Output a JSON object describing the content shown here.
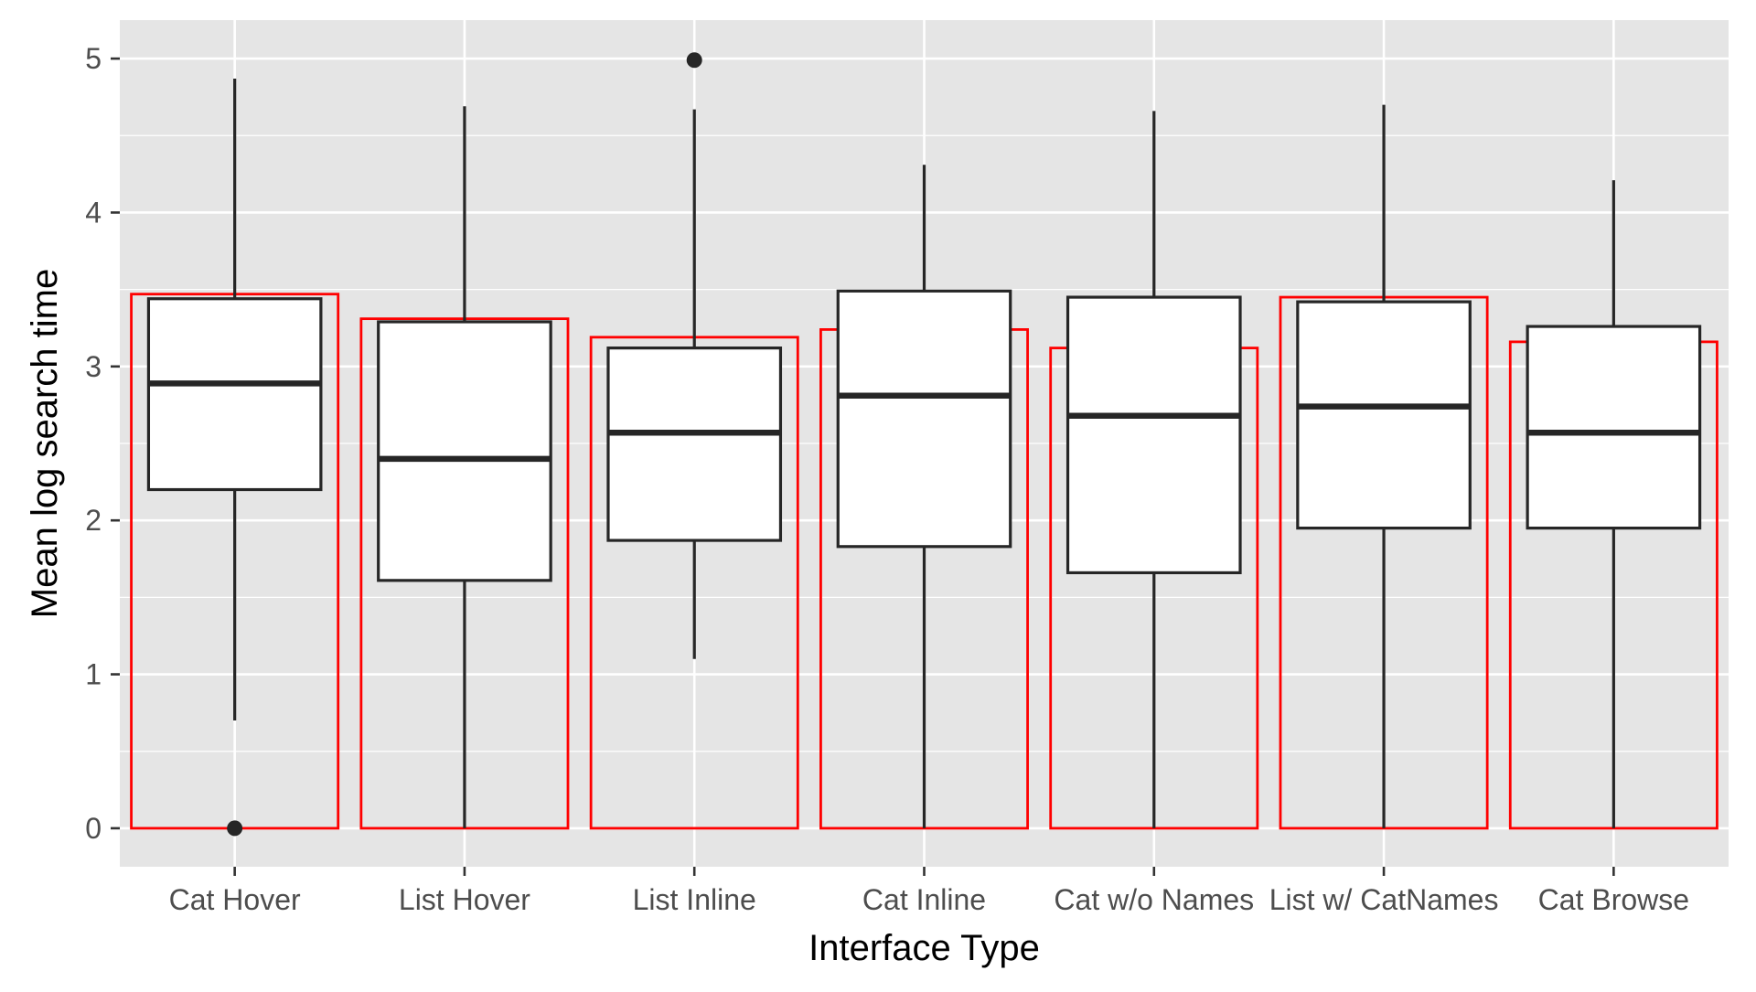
{
  "chart_data": {
    "type": "boxplot",
    "xlabel": "Interface Type",
    "ylabel": "Mean log search time",
    "ylim": [
      -0.25,
      5.25
    ],
    "yticks": [
      0,
      1,
      2,
      3,
      4,
      5
    ],
    "grid": true,
    "legend": "none",
    "colors": {
      "panel": "#e5e5e5",
      "grid": "#ffffff",
      "box_fill": "#ffffff",
      "box_line": "#262626",
      "mean_bar": "#ff0000",
      "outlier": "#262626"
    },
    "categories": [
      "Cat Hover",
      "List Hover",
      "List Inline",
      "Cat Inline",
      "Cat w/o Names",
      "List w/ CatNames",
      "Cat Browse"
    ],
    "boxes": [
      {
        "category": "Cat Hover",
        "whisker_low": 0.7,
        "q1": 2.2,
        "median": 2.89,
        "q3": 3.44,
        "whisker_high": 4.87,
        "outliers": [
          0.0
        ]
      },
      {
        "category": "List Hover",
        "whisker_low": 0.0,
        "q1": 1.61,
        "median": 2.4,
        "q3": 3.29,
        "whisker_high": 4.69,
        "outliers": []
      },
      {
        "category": "List Inline",
        "whisker_low": 1.1,
        "q1": 1.87,
        "median": 2.57,
        "q3": 3.12,
        "whisker_high": 4.67,
        "outliers": [
          4.99
        ]
      },
      {
        "category": "Cat Inline",
        "whisker_low": 0.0,
        "q1": 1.83,
        "median": 2.81,
        "q3": 3.49,
        "whisker_high": 4.31,
        "outliers": []
      },
      {
        "category": "Cat w/o Names",
        "whisker_low": 0.0,
        "q1": 1.66,
        "median": 2.68,
        "q3": 3.45,
        "whisker_high": 4.66,
        "outliers": []
      },
      {
        "category": "List w/ CatNames",
        "whisker_low": 0.0,
        "q1": 1.95,
        "median": 2.74,
        "q3": 3.42,
        "whisker_high": 4.7,
        "outliers": []
      },
      {
        "category": "Cat Browse",
        "whisker_low": 0.0,
        "q1": 1.95,
        "median": 2.57,
        "q3": 3.26,
        "whisker_high": 4.21,
        "outliers": []
      }
    ],
    "mean_bars": [
      {
        "category": "Cat Hover",
        "value": 3.47
      },
      {
        "category": "List Hover",
        "value": 3.31
      },
      {
        "category": "List Inline",
        "value": 3.19
      },
      {
        "category": "Cat Inline",
        "value": 3.24
      },
      {
        "category": "Cat w/o Names",
        "value": 3.12
      },
      {
        "category": "List w/ CatNames",
        "value": 3.45
      },
      {
        "category": "Cat Browse",
        "value": 3.16
      }
    ]
  }
}
